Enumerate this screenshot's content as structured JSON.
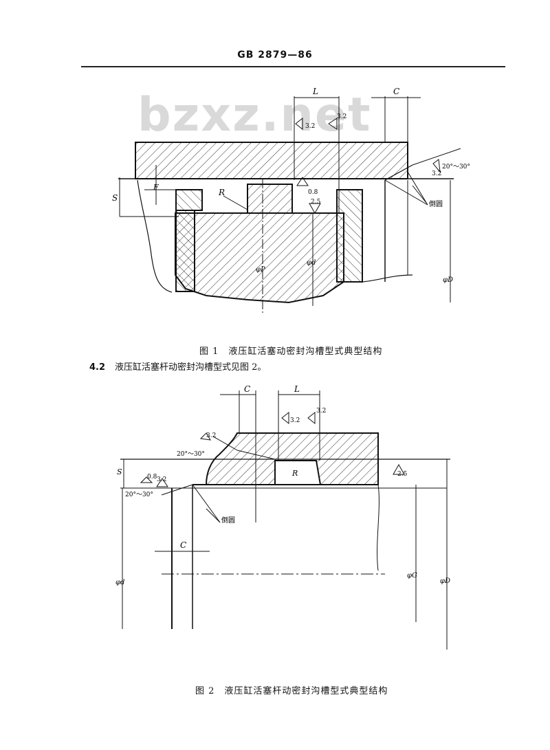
{
  "header": {
    "code": "GB 2879—86"
  },
  "watermark": {
    "text": "bzxz.net"
  },
  "figure1": {
    "caption": "图 1　液压缸活塞动密封沟槽型式典型结构",
    "labels": {
      "L": "L",
      "C": "C",
      "F": "F",
      "S": "S",
      "R": "R",
      "phiP": "φP",
      "phid": "φd",
      "phiD": "φD",
      "r32a": "3.2",
      "r32b": "3.2",
      "r32c": "3.2",
      "r08": "0.8",
      "r25": "2.5",
      "angle": "20°～30°",
      "chamfer": "倒圆"
    }
  },
  "section": {
    "number": "4.2",
    "text": "液压缸活塞杆动密封沟槽型式见图 2。"
  },
  "figure2": {
    "caption": "图 2　液压缸活塞杆动密封沟槽型式典型结构",
    "labels": {
      "C_top": "C",
      "L": "L",
      "C_bottom": "C",
      "S": "S",
      "R": "R",
      "phid": "φd",
      "phiG": "φG",
      "phiD": "φD",
      "r32a": "3.2",
      "r32b": "3.2",
      "r32c": "3.2",
      "r32d": "3.2",
      "r08": "0.8",
      "r25": "2.5",
      "angle_top": "20°～30°",
      "angle_left": "20°～30°",
      "chamfer": "倒圆"
    }
  }
}
